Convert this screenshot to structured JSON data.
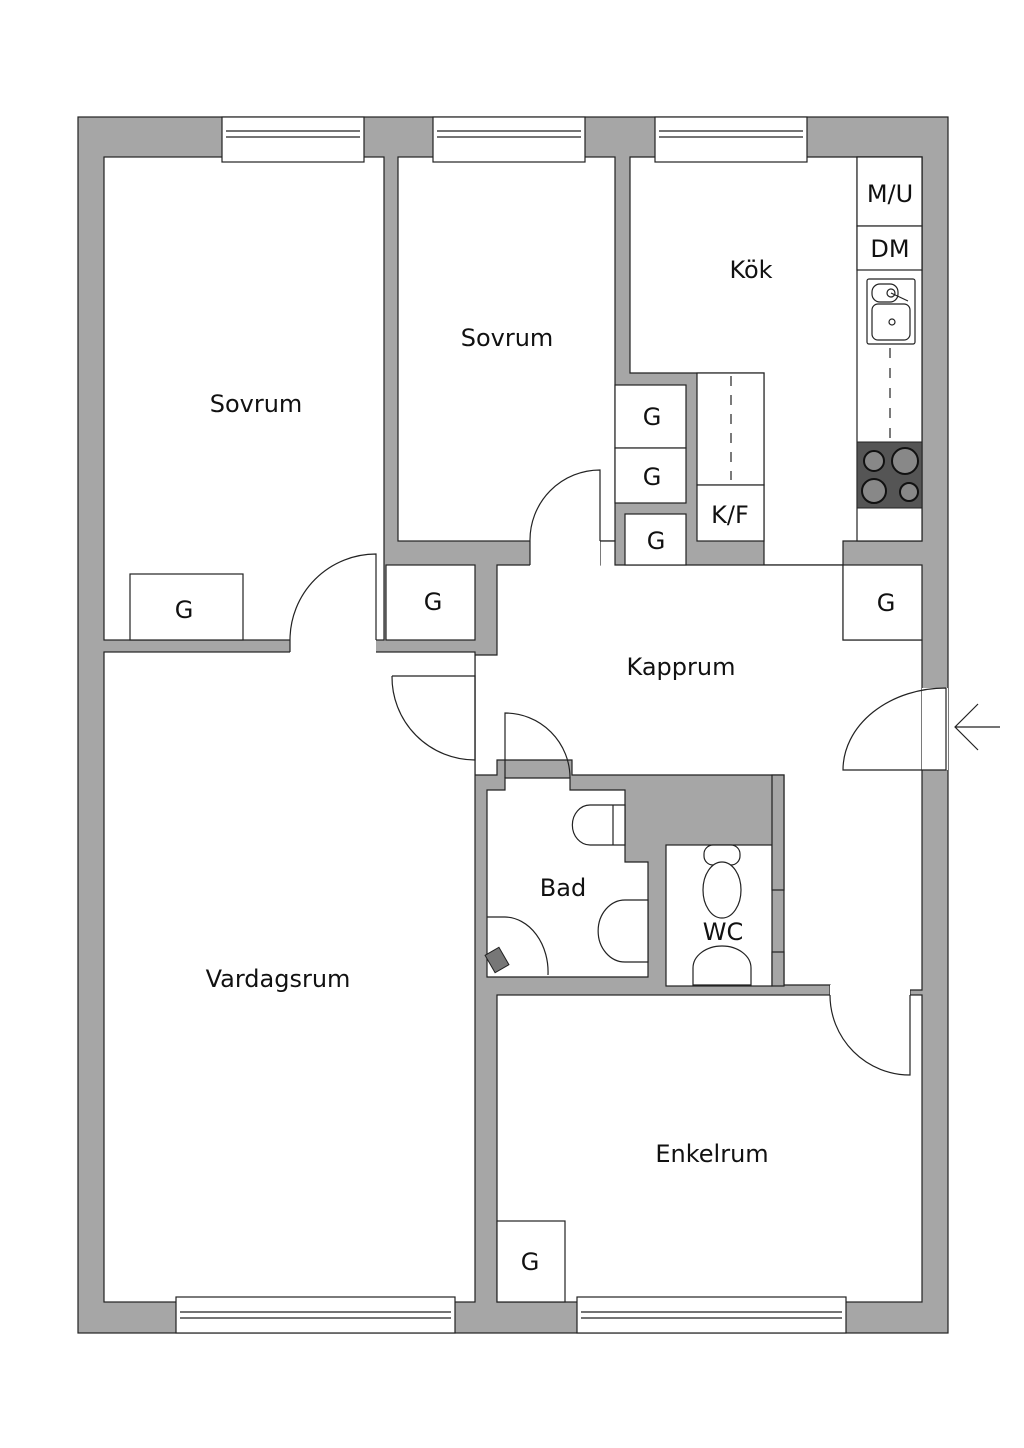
{
  "rooms": {
    "sovrum_1": "Sovrum",
    "sovrum_2": "Sovrum",
    "kok": "Kök",
    "kapprum": "Kapprum",
    "vardagsrum": "Vardagsrum",
    "bad": "Bad",
    "wc": "WC",
    "enkelrum": "Enkelrum"
  },
  "fixtures": {
    "wardrobe": "G",
    "microwave": "M/U",
    "dishwasher": "DM",
    "fridge_freezer": "K/F"
  },
  "colors": {
    "wall": "#a6a6a6",
    "stove": "#555555"
  }
}
